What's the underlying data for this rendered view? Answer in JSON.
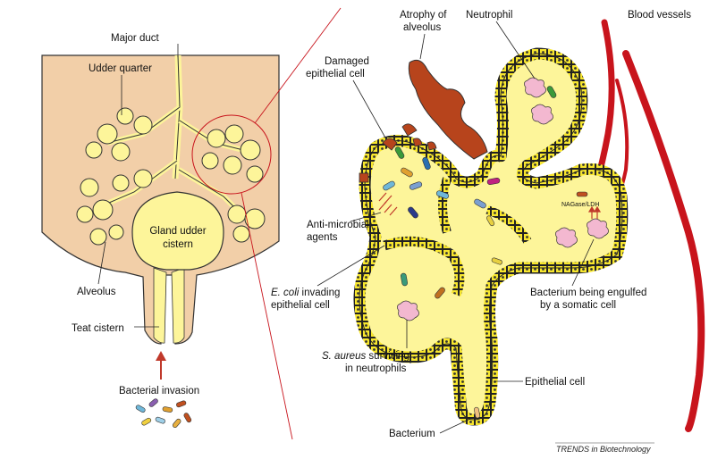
{
  "labels": {
    "major_duct": "Major duct",
    "udder_quarter": "Udder quarter",
    "gland_cistern_l1": "Gland udder",
    "gland_cistern_l2": "cistern",
    "alveolus": "Alveolus",
    "teat_cistern": "Teat cistern",
    "bacterial_invasion": "Bacterial invasion",
    "atrophy_l1": "Atrophy of",
    "atrophy_l2": "alveolus",
    "neutrophil": "Neutrophil",
    "blood_vessels": "Blood vessels",
    "damaged_l1": "Damaged",
    "damaged_l2": "epithelial cell",
    "antimicrobial_l1": "Anti-microbial",
    "antimicrobial_l2": "agents",
    "ecoli_italic": "E. coli",
    "ecoli_rest": " invading",
    "ecoli_l2": "epithelial cell",
    "engulfed_l1": "Bacterium being engulfed",
    "engulfed_l2": "by a somatic cell",
    "saureus_italic": "S. aureus",
    "saureus_rest": " surviving",
    "saureus_l2": "in neutrophils",
    "epithelial_cell": "Epithelial cell",
    "bacterium": "Bacterium",
    "nagase": "NAGase/LDH"
  },
  "credit": "TRENDS in Biotechnology",
  "colors": {
    "udder_tan": "#f2cfa8",
    "alveolus_yellow": "#fdf59a",
    "cell_yellow": "#f7e62e",
    "blood_red": "#c8141c",
    "atrophy_brown": "#b7441c",
    "zoom_line": "#c8141c",
    "arrow_red": "#c0392b"
  }
}
